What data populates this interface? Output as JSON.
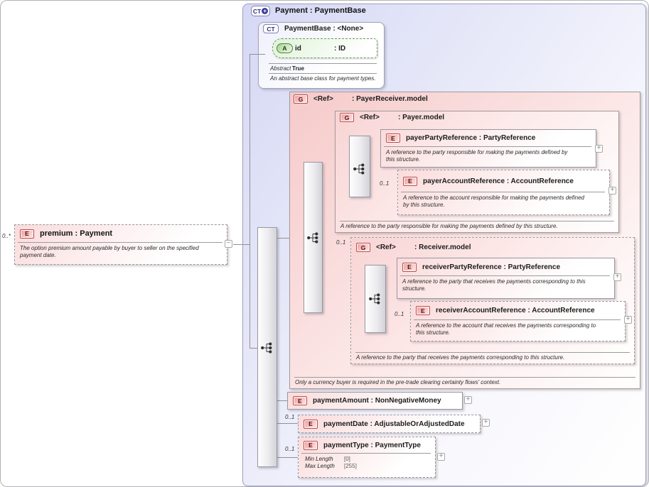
{
  "diagram": {
    "root": {
      "badge": "CT",
      "plus": "+",
      "title": "Payment : PaymentBase"
    },
    "base_type": {
      "badge": "CT",
      "title": "PaymentBase : <None>",
      "attribute": {
        "badge": "A",
        "name": "id",
        "type": ": ID"
      },
      "abstract": {
        "label": "Abstract",
        "value": "True"
      },
      "description": "An abstract base class for payment types."
    },
    "premium": {
      "badge": "E",
      "multiplicity": "0..*",
      "title": "premium : Payment",
      "description": "The option premium amount payable by buyer to seller on the specified payment date."
    },
    "payer_receiver_group": {
      "badge": "G",
      "name": "<Ref>",
      "type": ": PayerReceiver.model",
      "footer": "Only a currency buyer is required in the pre-trade clearing certainty flows' context.",
      "payer_group": {
        "badge": "G",
        "name": "<Ref>",
        "type": ": Payer.model",
        "footer": "A reference to the party responsible for making the payments defined by this structure.",
        "party_reference": {
          "badge": "E",
          "title": "payerPartyReference : PartyReference",
          "description": "A reference to the party responsible for making the payments defined by this structure."
        },
        "account_reference": {
          "badge": "E",
          "multiplicity": "0..1",
          "title": "payerAccountReference : AccountReference",
          "description": "A reference to the account responsible for making the payments defined by this structure."
        }
      },
      "receiver_group": {
        "badge": "G",
        "multiplicity": "0..1",
        "name": "<Ref>",
        "type": ": Receiver.model",
        "footer": "A reference to the party that receives the payments corresponding to this structure.",
        "party_reference": {
          "badge": "E",
          "title": "receiverPartyReference : PartyReference",
          "description": "A reference to the party that receives the payments corresponding to this structure."
        },
        "account_reference": {
          "badge": "E",
          "multiplicity": "0..1",
          "title": "receiverAccountReference : AccountReference",
          "description": "A reference to the account that receives the payments corresponding to this structure."
        }
      }
    },
    "payment_amount": {
      "badge": "E",
      "title": "paymentAmount : NonNegativeMoney"
    },
    "payment_date": {
      "badge": "E",
      "multiplicity": "0..1",
      "title": "paymentDate : AdjustableOrAdjustedDate"
    },
    "payment_type": {
      "badge": "E",
      "multiplicity": "0..1",
      "title": "paymentType : PaymentType",
      "facets": [
        {
          "label": "Min Length",
          "value": "[0]"
        },
        {
          "label": "Max Length",
          "value": "[255]"
        }
      ]
    }
  },
  "icons": {
    "expand": "+",
    "collapse": "−"
  },
  "colors": {
    "complextype_fill": "#d6d8f5",
    "group_fill": "#f6caca",
    "element_fill": "#fbdbdb",
    "attribute_fill": "#dff3d8",
    "border": "#9898a4",
    "connector": "#929292"
  }
}
